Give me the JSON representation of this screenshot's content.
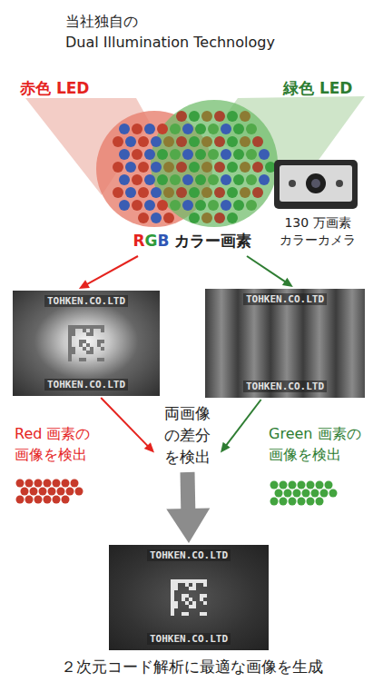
{
  "diagram": {
    "title": "当社独自の Dual Illumination Technology",
    "caption": "２次元コード解析に最適な画像を生成",
    "nodes": [
      {
        "text": [
          "RGB カラー画素"
        ]
      },
      {
        "text": [
          "TOHKEN.CO.LTD",
          "TOHKEN.CO.LTD"
        ]
      },
      {
        "text": [
          "TOHKEN.CO.LTD",
          "TOHKEN.CO.LTD"
        ]
      },
      {
        "text": [
          "両画像 の差分 を検出"
        ]
      },
      {
        "text": [
          "TOHKEN.CO.LTD",
          "TOHKEN.CO.LTD"
        ]
      }
    ],
    "edges": [
      {
        "from": 0,
        "to": 1,
        "arrow": "to"
      },
      {
        "from": 0,
        "to": 2,
        "arrow": "to"
      },
      {
        "from": 1,
        "to": 3,
        "arrow": "to"
      },
      {
        "from": 2,
        "to": 3,
        "arrow": "to"
      },
      {
        "from": 3,
        "to": 4,
        "arrow": "to"
      }
    ],
    "labels": [
      "赤色 LED",
      "緑色 LED",
      "130 万画素 カラーカメラ",
      "Red 画素の 画像を検出",
      "Green 画素の 画像を検出"
    ]
  }
}
